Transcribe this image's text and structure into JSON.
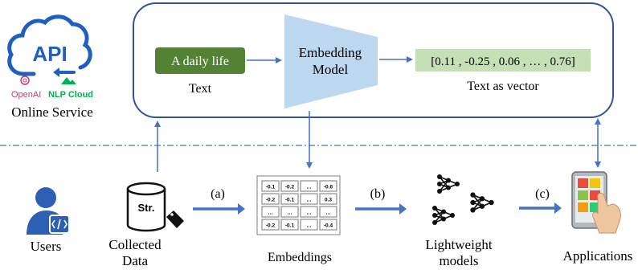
{
  "online_service": {
    "api_label": "API",
    "openai_label": "OpenAI",
    "nlpcloud_label": "NLP Cloud",
    "caption": "Online Service"
  },
  "model_panel": {
    "input_text": "A daily life",
    "input_caption": "Text",
    "model_line1": "Embedding",
    "model_line2": "Model",
    "vector_text": "[0.11 , -0.25 , 0.06 , … , 0.76]",
    "vector_caption": "Text as vector"
  },
  "pipeline": {
    "users_caption": "Users",
    "db_label": "Str.",
    "collected_line1": "Collected",
    "collected_line2": "Data",
    "step_a": "(a)",
    "step_b": "(b)",
    "step_c": "(c)",
    "embeddings_caption": "Embeddings",
    "models_line1": "Lightweight",
    "models_line2": "models",
    "applications_caption": "Applications"
  },
  "embedding_matrix": [
    [
      "-0.1",
      "-0.2",
      "…",
      "-0.6"
    ],
    [
      "-0.2",
      "-0.1",
      "…",
      "0.3"
    ],
    [
      "…",
      "…",
      "…",
      "…"
    ],
    [
      "-0.2",
      "-0.1",
      "…",
      "-0.4"
    ]
  ],
  "colors": {
    "arrow": "#4472c4",
    "panel_border": "#2f5597",
    "input_box": "#548235",
    "model_shape": "#bdd7ee",
    "vector_box": "#c5e0b4",
    "brand_blue": "#1f5fbf",
    "nlp_green": "#00b050",
    "openai_pink": "#d6336c"
  },
  "icons": {
    "cloud": "cloud-api-icon",
    "openai": "openai-logo-icon",
    "nlpcloud": "nlp-cloud-logo-icon",
    "user": "user-code-icon",
    "database": "database-icon",
    "tag": "tag-icon",
    "network": "neural-network-icon",
    "tablet": "tablet-touch-icon"
  }
}
